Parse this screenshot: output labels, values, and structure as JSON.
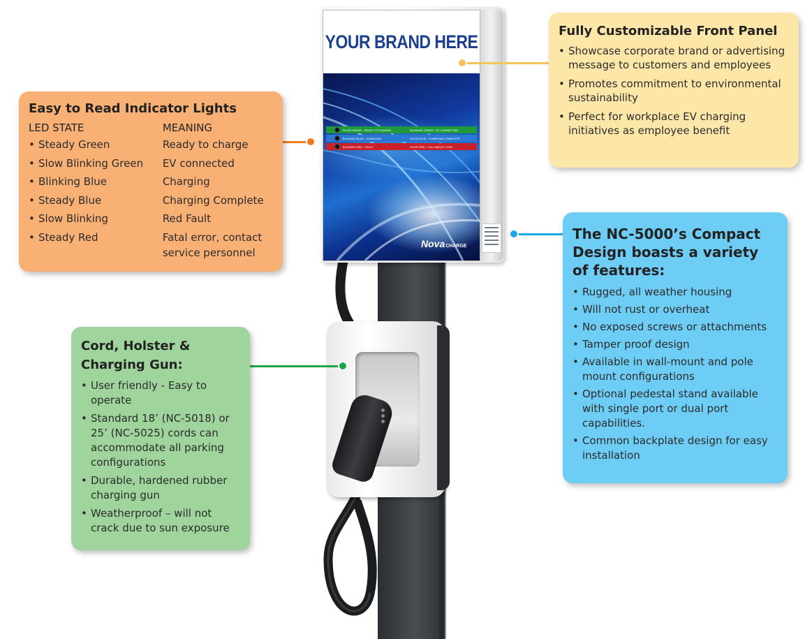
{
  "product": {
    "brand_placeholder": "YOUR BRAND HERE",
    "logo_main": "Nova",
    "logo_sub": "CHARGE",
    "led_rows": [
      {
        "left": "SOLID GREEN - READY TO CHARGE",
        "right": "BLINKING GREEN - EV CONNECTED"
      },
      {
        "left": "BLINKING BLUE - CHARGING",
        "right": "SOLID BLUE - CHARGING COMPLETE"
      },
      {
        "left": "BLINKING RED - FAULT",
        "right": "SOLID RED - CALL 888-817-2946"
      }
    ]
  },
  "indicator": {
    "title": "Easy to Read Indicator Lights",
    "col_state": "LED STATE",
    "col_meaning": "MEANING",
    "states": [
      "Steady Green",
      "Slow Blinking Green",
      "Blinking Blue",
      "Steady Blue",
      "Slow Blinking",
      "Steady Red"
    ],
    "meanings": [
      "Ready to charge",
      "EV connected",
      "Charging",
      "Charging Complete",
      "Red Fault",
      "Fatal error, contact service personnel"
    ]
  },
  "front_panel": {
    "title": "Fully Customizable Front Panel",
    "items": [
      "Showcase corporate brand or advertising message to customers and employees",
      "Promotes commitment to environmental sustainability",
      "Perfect for workplace EV charging initiatives as employee benefit"
    ]
  },
  "compact": {
    "title": "The NC-5000’s Compact Design boasts a variety of features:",
    "items": [
      "Rugged, all weather housing",
      "Will not rust or overheat",
      "No exposed screws or attachments",
      "Tamper proof design",
      "Available in wall-mount and pole mount configurations",
      "Optional pedestal stand available with single port or dual port capabilities.",
      "Common backplate design for easy installation"
    ]
  },
  "cord": {
    "title": "Cord, Holster & Charging Gun:",
    "items": [
      "User friendly - Easy to operate",
      "Standard 18’ (NC-5018) or 25’ (NC-5025) cords can accommodate all parking configurations",
      "Durable, hardened rubber charging gun",
      "Weatherproof – will not crack due to sun exposure"
    ]
  },
  "colors": {
    "indicator_bg": "#f9b074",
    "indicator_line": "#f07a1e",
    "front_bg": "#fde7a8",
    "front_line": "#f6c55a",
    "compact_bg": "#6ecdf5",
    "compact_line": "#1ea7e6",
    "cord_bg": "#9fd59d",
    "cord_line": "#1aa74a",
    "brand_text": "#1c3f8f"
  }
}
